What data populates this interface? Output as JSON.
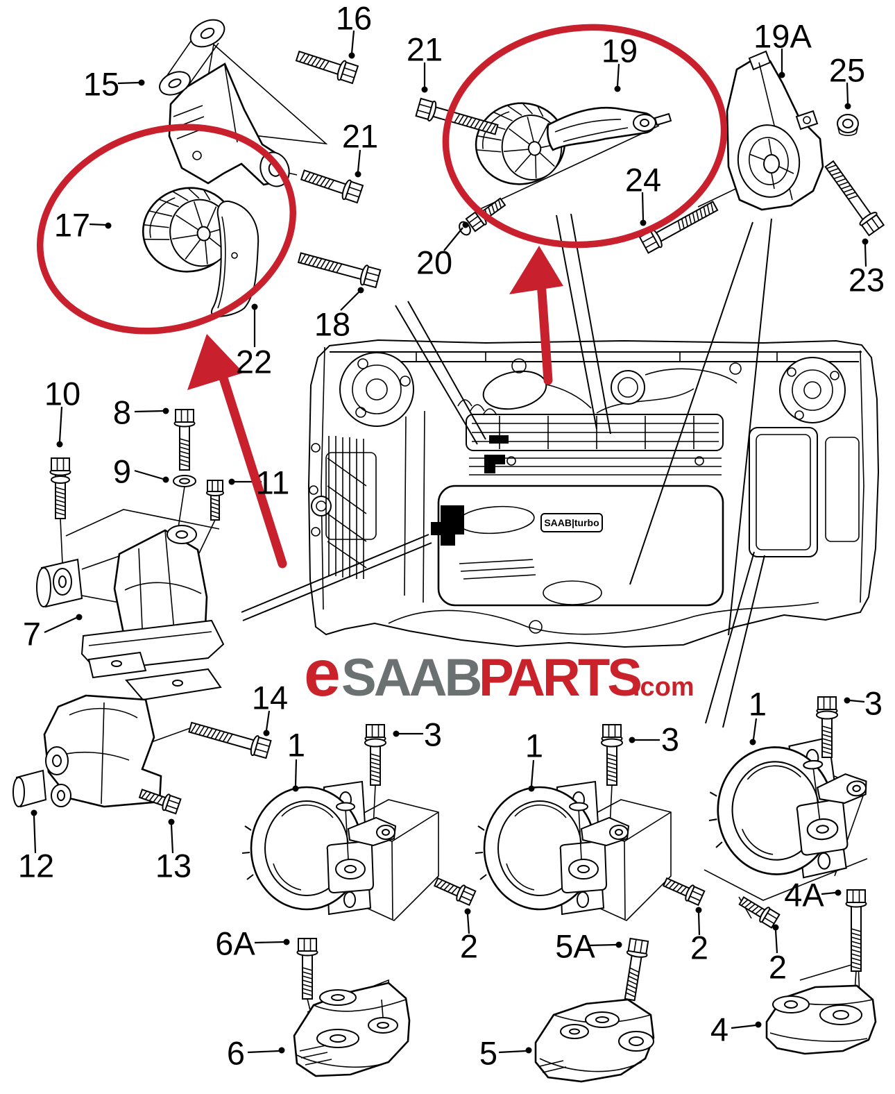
{
  "logo": {
    "e": "e",
    "saab": "SAAB",
    "parts": "PARTS",
    "tld": ".com"
  },
  "engine_badge": "SAAB|turbo",
  "colors": {
    "highlight": "#c8202c",
    "logo_red": "#c9222b",
    "logo_gray": "#6a7170",
    "ink": "#000000"
  },
  "callouts": [
    {
      "label": "16"
    },
    {
      "label": "15"
    },
    {
      "label": "21"
    },
    {
      "label": "21"
    },
    {
      "label": "17"
    },
    {
      "label": "22"
    },
    {
      "label": "18"
    },
    {
      "label": "20"
    },
    {
      "label": "19"
    },
    {
      "label": "24"
    },
    {
      "label": "19A"
    },
    {
      "label": "25"
    },
    {
      "label": "23"
    },
    {
      "label": "10"
    },
    {
      "label": "8"
    },
    {
      "label": "9"
    },
    {
      "label": "11"
    },
    {
      "label": "7"
    },
    {
      "label": "12"
    },
    {
      "label": "13"
    },
    {
      "label": "14"
    },
    {
      "label": "1"
    },
    {
      "label": "3"
    },
    {
      "label": "2"
    },
    {
      "label": "6A"
    },
    {
      "label": "6"
    },
    {
      "label": "1"
    },
    {
      "label": "3"
    },
    {
      "label": "2"
    },
    {
      "label": "5A"
    },
    {
      "label": "5"
    },
    {
      "label": "1"
    },
    {
      "label": "3"
    },
    {
      "label": "4A"
    },
    {
      "label": "2"
    },
    {
      "label": "4"
    }
  ]
}
